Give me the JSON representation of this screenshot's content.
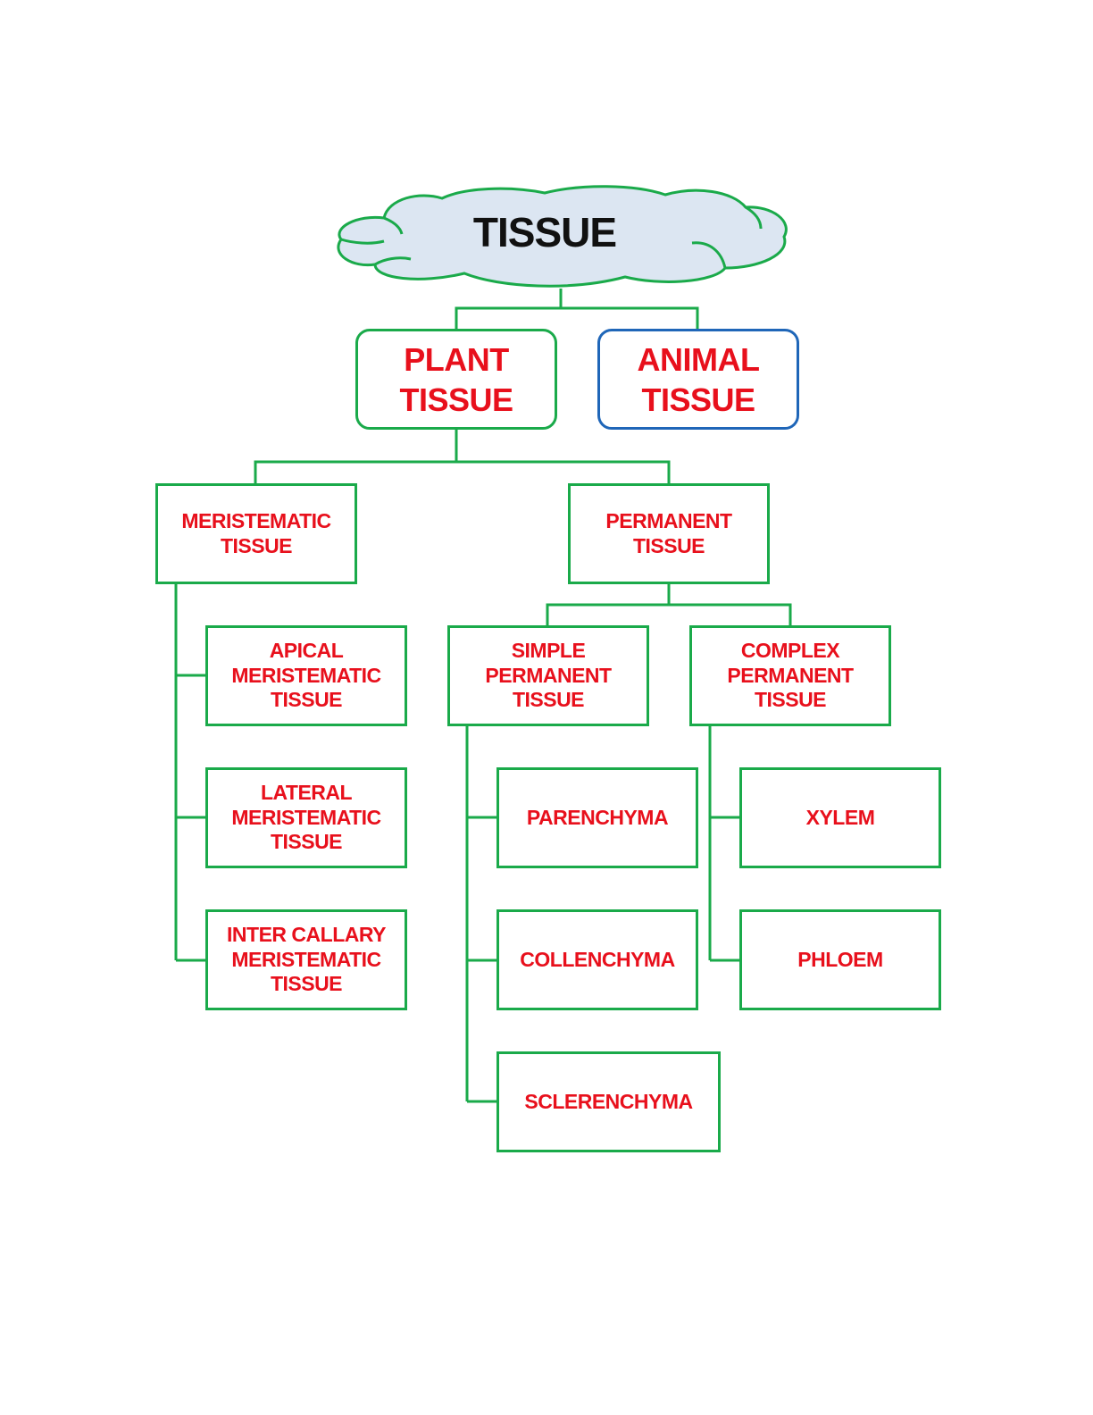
{
  "colors": {
    "connector": "#1aaa4a",
    "box_border": "#1aaa4a",
    "animal_border": "#1f66b8",
    "node_text": "#e8101c",
    "root_text": "#111111",
    "cloud_fill": "#dce6f2",
    "cloud_stroke": "#1aaa4a"
  },
  "root": {
    "label": "TISSUE"
  },
  "level1": {
    "plant": "PLANT\nTISSUE",
    "animal": "ANIMAL\nTISSUE"
  },
  "plant": {
    "meristematic": "MERISTEMATIC\nTISSUE",
    "permanent": "PERMANENT TISSUE"
  },
  "meristematic_types": [
    "APICAL\nMERISTEMATIC\nTISSUE",
    "LATERAL\nMERISTEMATIC\nTISSUE",
    "INTER CALLARY\nMERISTEMATIC\nTISSUE"
  ],
  "permanent_types": {
    "simple": "SIMPLE PERMANENT\nTISSUE",
    "complex": "COMPLEX\nPERMANENT TISSUE"
  },
  "simple_types": [
    "PARENCHYMA",
    "COLLENCHYMA",
    "SCLERENCHYMA"
  ],
  "complex_types": [
    "XYLEM",
    "PHLOEM"
  ]
}
